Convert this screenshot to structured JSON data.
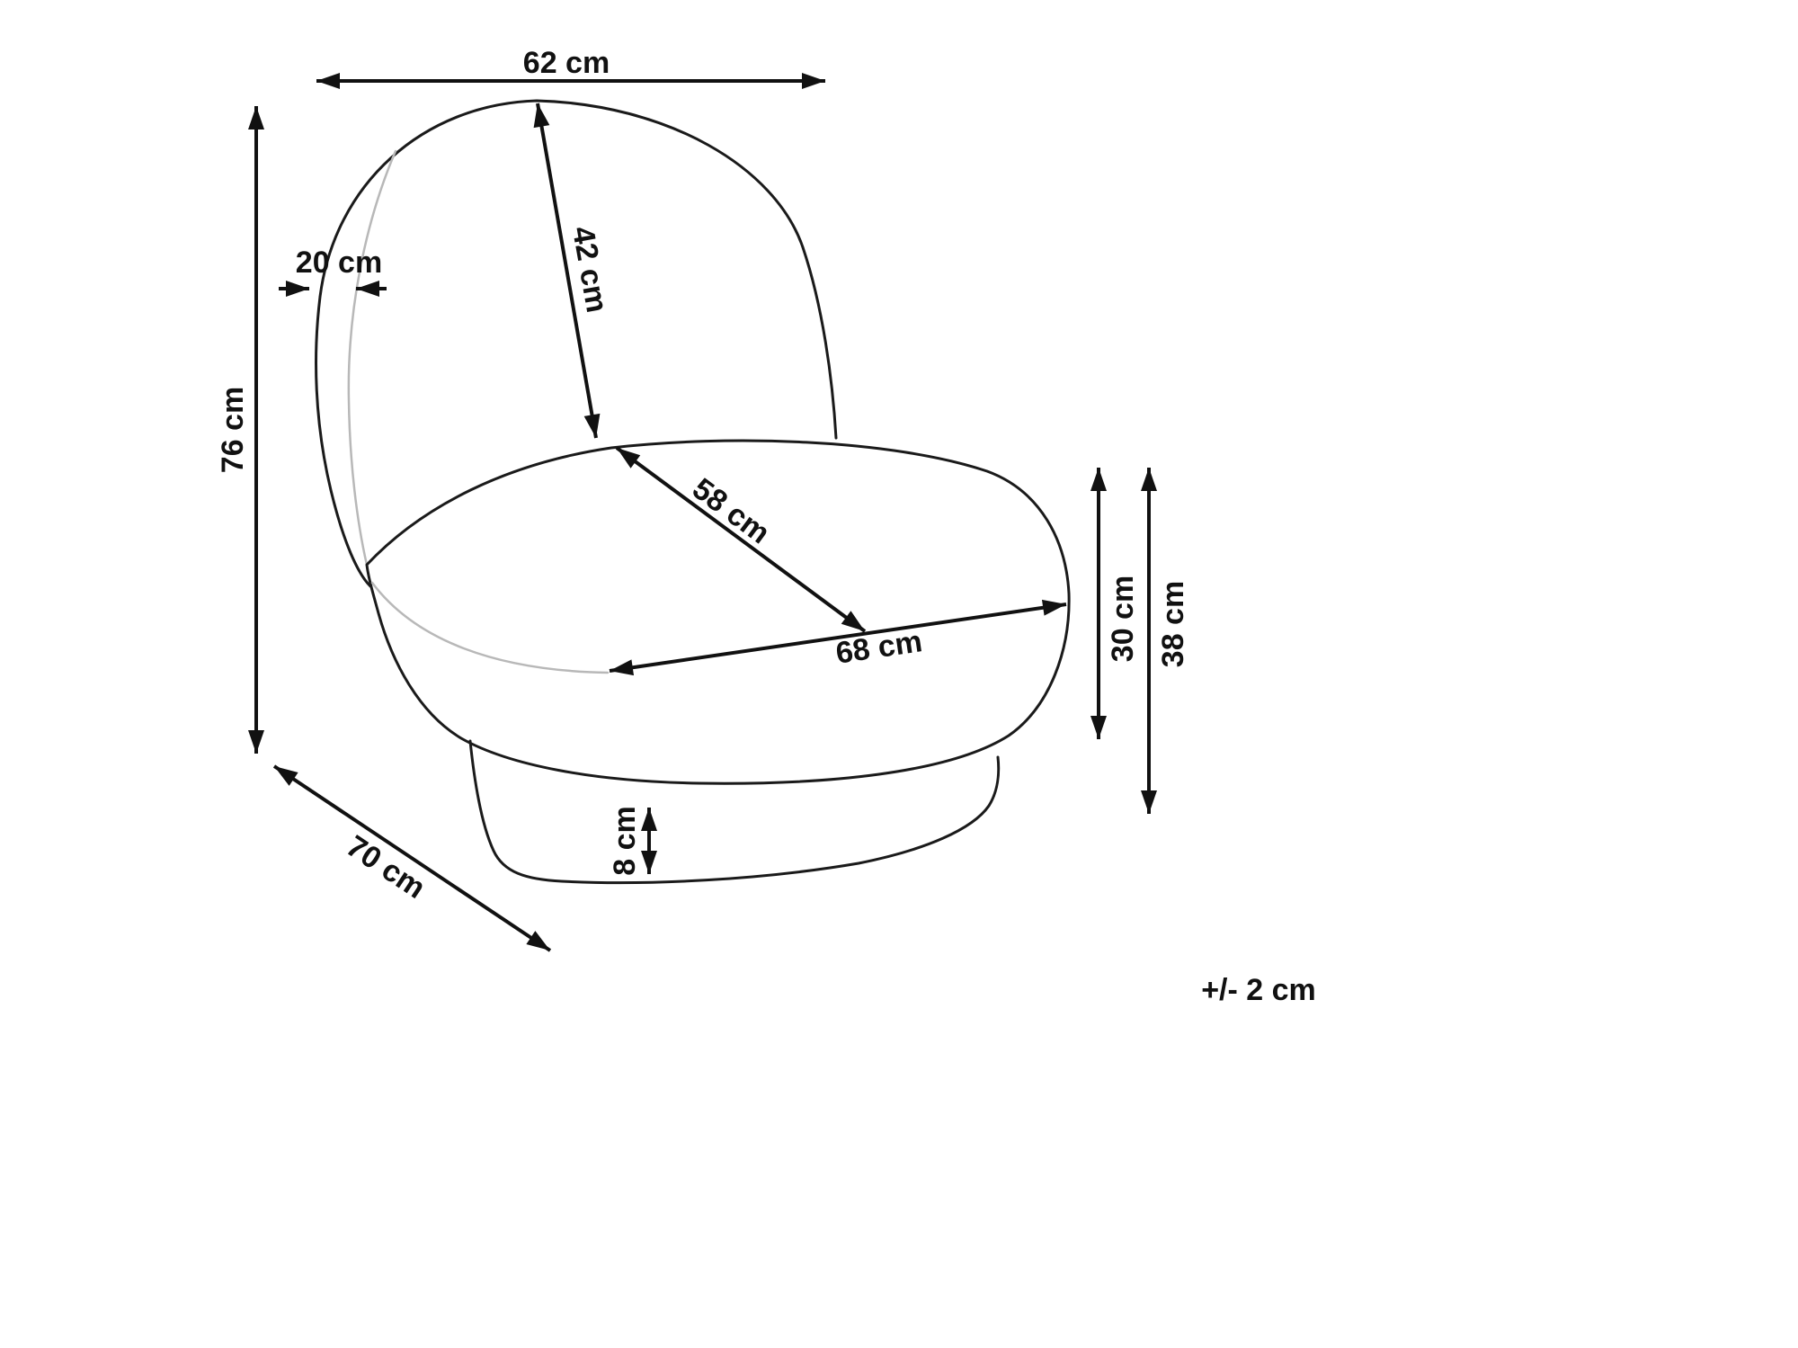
{
  "diagram": {
    "type": "furniture-dimension-diagram",
    "subject": "lounge chair side perspective view with measurement arrows",
    "tolerance": "+/- 2 cm",
    "dims": {
      "top_width": "62 cm",
      "total_height": "76 cm",
      "backrest_diagonal": "42 cm",
      "backrest_thickness": "20 cm",
      "seat_diagonal": "58 cm",
      "seat_width": "68 cm",
      "seat_height": "30 cm",
      "seat_top_height": "38 cm",
      "depth": "70 cm",
      "base_height": "8 cm"
    }
  }
}
